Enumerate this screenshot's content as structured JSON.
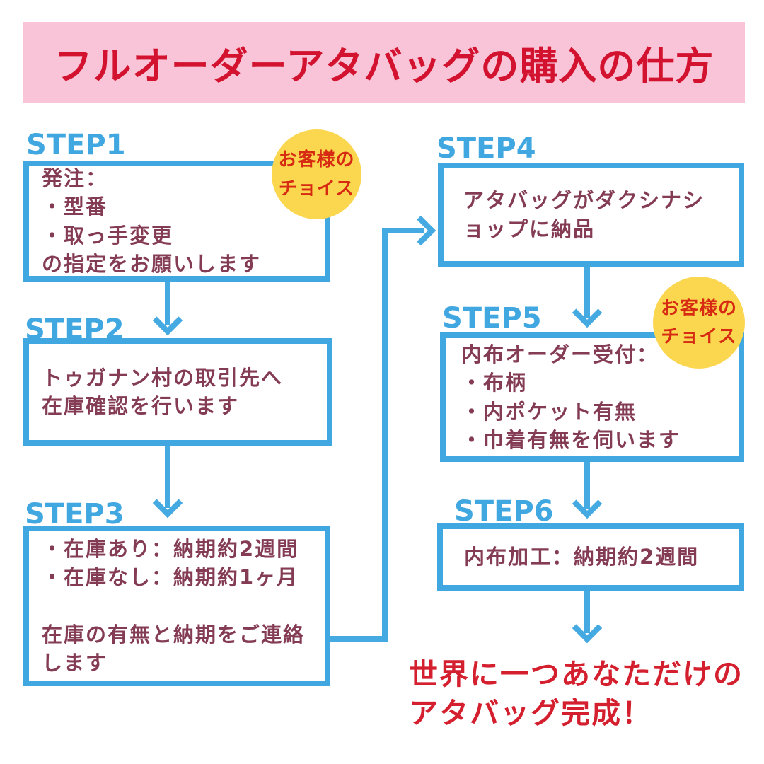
{
  "title": "フルオーダーアタバッグの購入の仕方",
  "steps": [
    {
      "label": "STEP1",
      "text": "発注：\n・型番\n・取っ手変更\nの指定をお願いします"
    },
    {
      "label": "STEP2",
      "text": "トゥガナン村の取引先へ\n在庫確認を行います"
    },
    {
      "label": "STEP3",
      "text": "・在庫あり：納期約2週間\n・在庫なし：納期約1ヶ月\n\n在庫の有無と納期をご連絡\nします"
    },
    {
      "label": "STEP4",
      "text": "アタバッグがダクシナシ\nョップに納品"
    },
    {
      "label": "STEP5",
      "text": "内布オーダー受付：\n・布柄\n・内ポケット有無\n・巾着有無を伺います"
    },
    {
      "label": "STEP6",
      "text": "内布加工：納期約2週間"
    }
  ],
  "badges": {
    "step1": "お客様の\nチョイス",
    "step5": "お客様の\nチョイス"
  },
  "final_message": "世界に一つあなただけの\nアタバッグ完成！",
  "colors": {
    "banner_pink": "#f9c4d8",
    "title_red": "#d2122e",
    "flow_blue": "#45a9e2",
    "box_text_maroon": "#843b54",
    "badge_yellow": "#fbd64f",
    "badge_red": "#d62a12",
    "final_red": "#d41f2f"
  }
}
